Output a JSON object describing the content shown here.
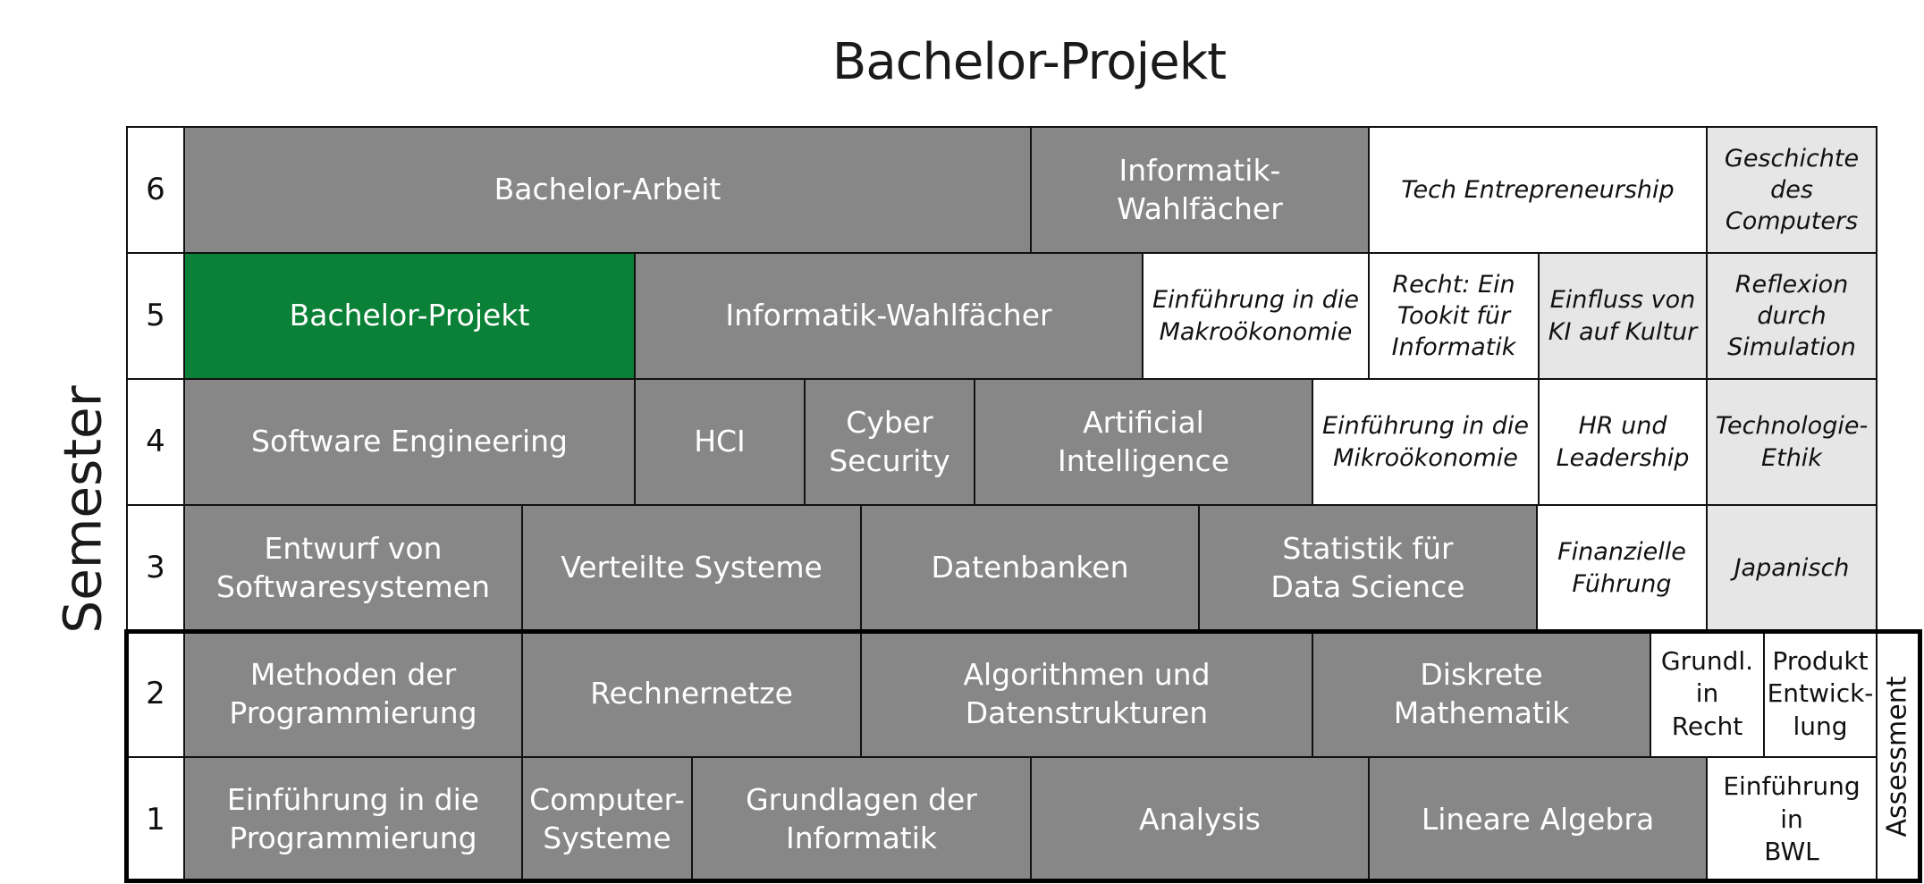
{
  "title": "Bachelor-Projekt",
  "axis_label": "Semester",
  "assessment_label": "Assessment",
  "colors": {
    "core": "#878787",
    "highlight": "#0a8136",
    "elective_white": "#ffffff",
    "elective_light": "#e6e6e6"
  },
  "semesters": {
    "s6": "6",
    "s5": "5",
    "s4": "4",
    "s3": "3",
    "s2": "2",
    "s1": "1"
  },
  "row6": {
    "bachelor_arbeit": "Bachelor-Arbeit",
    "informatik_wahlfaecher": "Informatik-\nWahlfächer",
    "tech_entrepreneurship": "Tech Entrepreneurship",
    "geschichte_computer": "Geschichte des\nComputers"
  },
  "row5": {
    "bachelor_projekt": "Bachelor-Projekt",
    "informatik_wahlfaecher": "Informatik-Wahlfächer",
    "makrooekonomie": "Einführung in die\nMakroökonomie",
    "recht_toolkit": "Recht: Ein\nTookit für\nInformatik",
    "ki_kultur": "Einfluss von\nKI auf Kultur",
    "reflexion": "Reflexion\ndurch\nSimulation"
  },
  "row4": {
    "software_engineering": "Software Engineering",
    "hci": "HCI",
    "cyber_security": "Cyber\nSecurity",
    "artificial_intelligence": "Artificial\nIntelligence",
    "mikrooekonomie": "Einführung in die\nMikroökonomie",
    "hr_leadership": "HR und\nLeadership",
    "technologie_ethik": "Technologie-\nEthik"
  },
  "row3": {
    "entwurf": "Entwurf von\nSoftwaresystemen",
    "verteilte_systeme": "Verteilte Systeme",
    "datenbanken": "Datenbanken",
    "statistik": "Statistik für\nData Science",
    "finanzielle_fuehrung": "Finanzielle\nFührung",
    "japanisch": "Japanisch"
  },
  "row2": {
    "methoden": "Methoden der\nProgrammierung",
    "rechnernetze": "Rechnernetze",
    "algorithmen": "Algorithmen und\nDatenstrukturen",
    "diskrete_mathematik": "Diskrete\nMathematik",
    "grundl_recht": "Grundl.\nin Recht",
    "produkt_entwicklung": "Produkt\nEntwick-\nlung"
  },
  "row1": {
    "einfuehrung_programmierung": "Einführung in die\nProgrammierung",
    "computer_systeme": "Computer-\nSysteme",
    "grundlagen_informatik": "Grundlagen der\nInformatik",
    "analysis": "Analysis",
    "lineare_algebra": "Lineare Algebra",
    "einfuehrung_bwl": "Einführung in\nBWL"
  }
}
